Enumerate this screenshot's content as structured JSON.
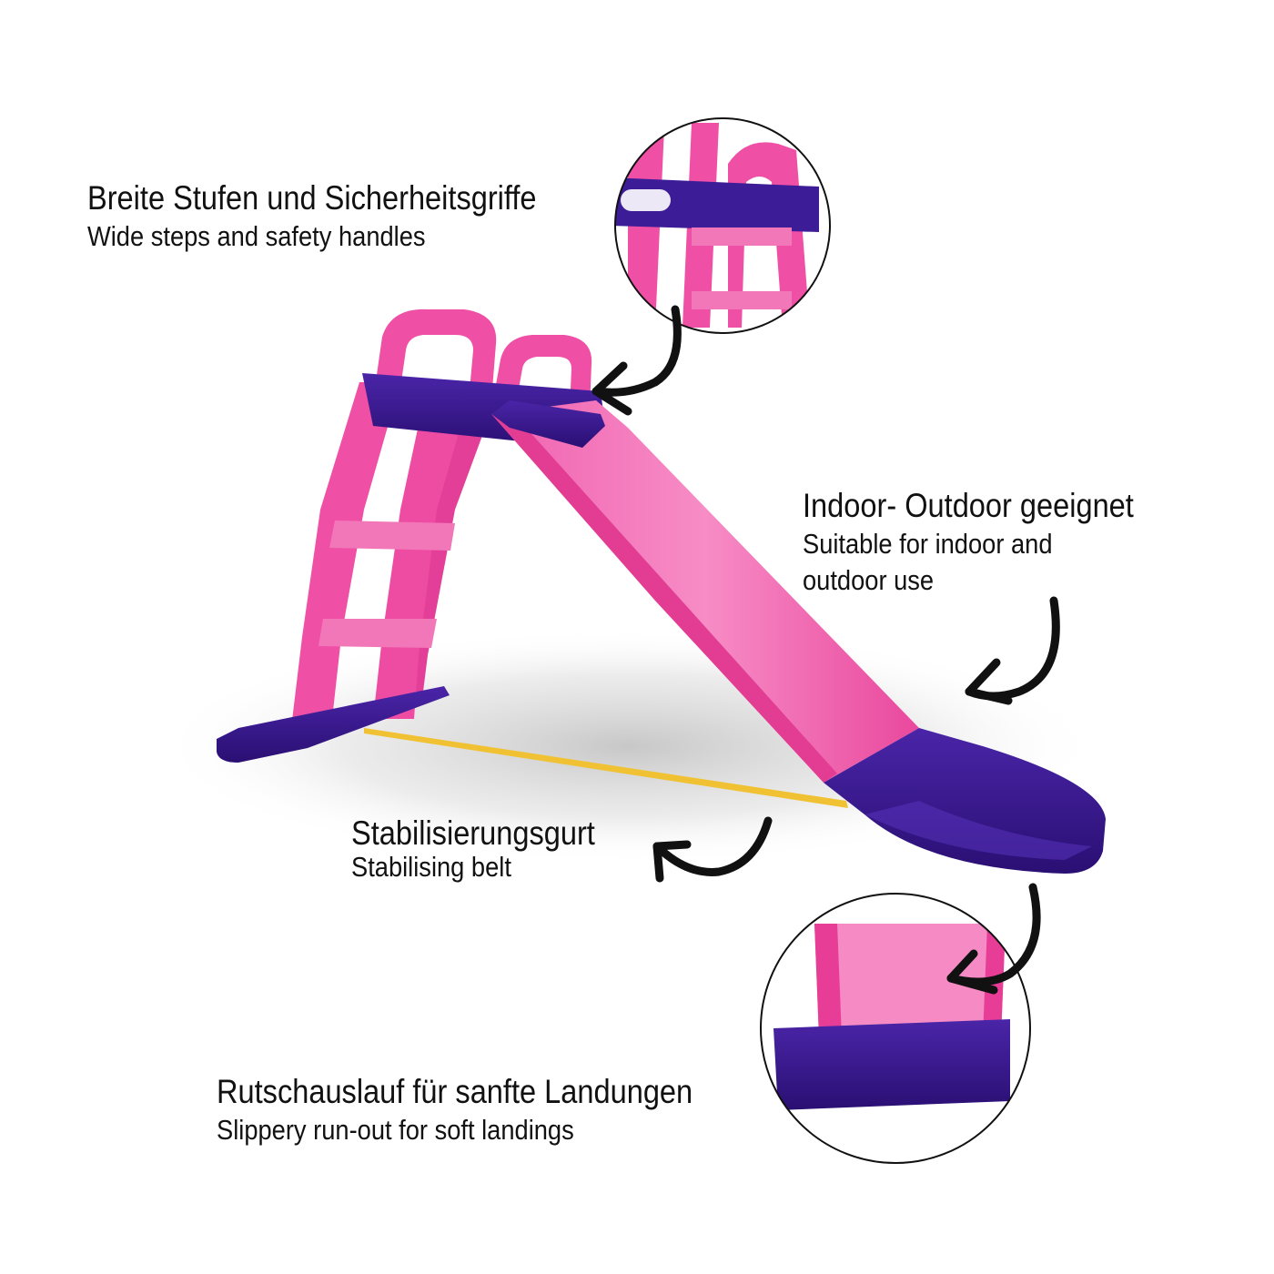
{
  "colors": {
    "pink": "#f04fa6",
    "pink_light": "#f98dc8",
    "purple": "#3d1c97",
    "purple_dark": "#2a0f73",
    "belt": "#f0c233",
    "arrow": "#111111",
    "background": "#ffffff"
  },
  "captions": {
    "steps": {
      "de": "Breite Stufen und Sicherheitsgriffe",
      "en": "Wide steps and safety handles"
    },
    "indoor": {
      "de": "Indoor- Outdoor geeignet",
      "en_line1": "Suitable for indoor and",
      "en_line2": "outdoor use"
    },
    "belt": {
      "de": "Stabilisierungsgurt",
      "en": "Stabilising belt"
    },
    "runout": {
      "de": "Rutschauslauf für sanfte Landungen",
      "en": "Slippery run-out for soft landings"
    }
  },
  "icons": {
    "arrow": "curved-arrow-icon",
    "zoom": "magnifier-circle"
  }
}
